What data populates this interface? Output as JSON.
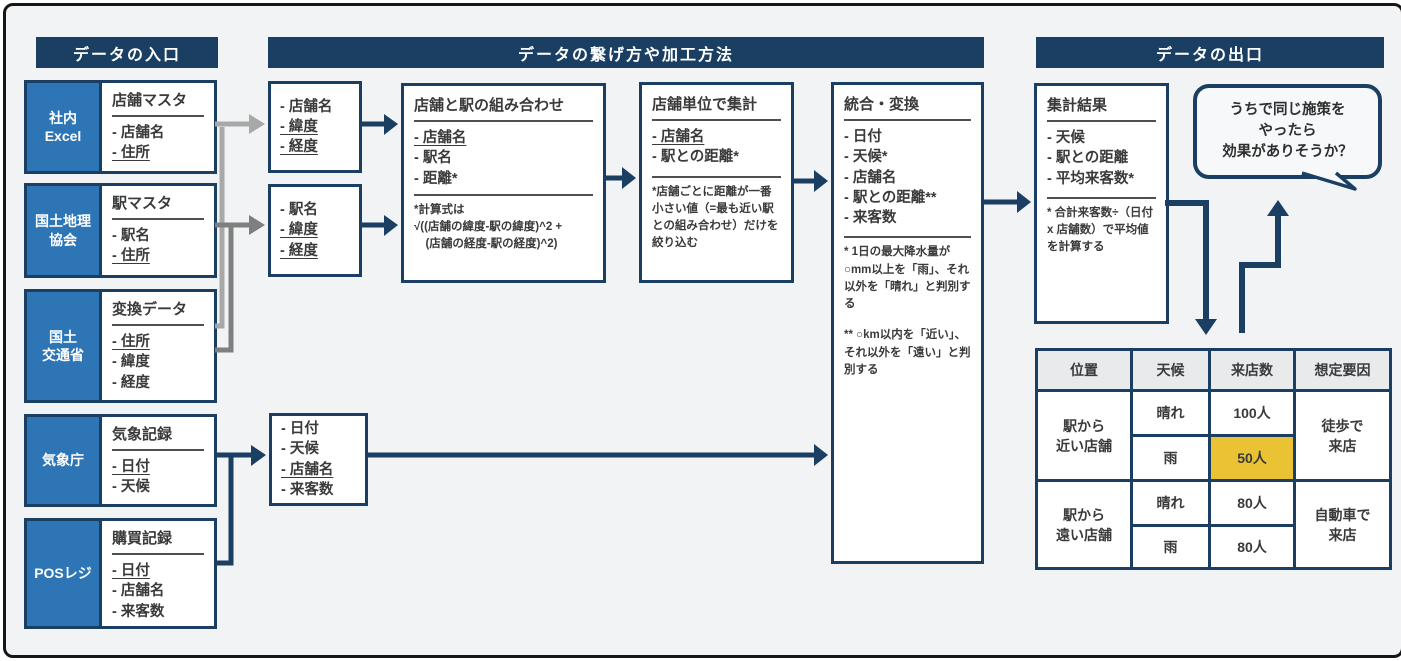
{
  "palette": {
    "navy": "#1b3f62",
    "source_blue": "#2e75b6",
    "arrow_light_gray": "#a8a8a8",
    "arrow_dark_gray": "#7f7f7f",
    "highlight_yellow": "#e9c334",
    "table_header_bg": "#e9eaeb",
    "background": "#f2f3f5"
  },
  "headers": {
    "input": "データの入口",
    "process": "データの繋げ方や加工方法",
    "output": "データの出口"
  },
  "sources": [
    {
      "label": "社内\nExcel",
      "title": "店舗マスタ",
      "items": [
        "- 店舗名",
        "- 住所"
      ]
    },
    {
      "label": "国土地理\n協会",
      "title": "駅マスタ",
      "items": [
        "- 駅名",
        "- 住所"
      ]
    },
    {
      "label": "国土\n交通省",
      "title": "変換データ",
      "items": [
        "- 住所",
        "- 緯度",
        "- 経度"
      ]
    },
    {
      "label": "気象庁",
      "title": "気象記録",
      "items": [
        "- 日付",
        "- 天候"
      ]
    },
    {
      "label": "POSレジ",
      "title": "購買記録",
      "items": [
        "- 日付",
        "- 店舗名",
        "- 来客数"
      ]
    }
  ],
  "mid": {
    "store_fields": {
      "items": [
        "- 店舗名",
        "- 緯度",
        "- 経度"
      ]
    },
    "station_fields": {
      "items": [
        "- 駅名",
        "- 緯度",
        "- 経度"
      ]
    },
    "combination": {
      "title": "店舗と駅の組み合わせ",
      "items": [
        "- 店舗名",
        "- 駅名",
        "- 距離*"
      ],
      "note": "*計算式は\n√((店舗の緯度-駅の緯度)^2 +\n　(店舗の経度-駅の経度)^2)"
    },
    "aggregate": {
      "title": "店舗単位で集計",
      "items": [
        "- 店舗名",
        "- 駅との距離*"
      ],
      "note": "*店舗ごとに距離が一番小さい値（=最も近い駅との組み合わせ）だけを絞り込む"
    },
    "transform": {
      "title": "統合・変換",
      "items": [
        "- 日付",
        "- 天候*",
        "- 店舗名",
        "- 駅との距離**",
        "- 来客数"
      ],
      "note1": "* 1日の最大降水量が○mm以上を「雨」、それ以外を「晴れ」と判別する",
      "note2": "** ○km以内を「近い」、それ以外を「遠い」と判別する"
    },
    "weather_fields": {
      "items": [
        "- 日付",
        "- 天候",
        "- 店舗名",
        "- 来客数"
      ]
    }
  },
  "out": {
    "summary": {
      "title": "集計結果",
      "items": [
        "- 天候",
        "- 駅との距離",
        "- 平均来客数*"
      ],
      "note": "* 合計来客数÷（日付 x 店舗数）で平均値を計算する"
    },
    "bubble_text": "うちで同じ施策を\nやったら\n効果がありそうか？",
    "table": {
      "headers": [
        "位置",
        "天候",
        "来店数",
        "想定要因"
      ],
      "groups": [
        {
          "location": "駅から\n近い店舗",
          "factor": "徒歩で\n来店",
          "rows": [
            {
              "weather": "晴れ",
              "count": "100人"
            },
            {
              "weather": "雨",
              "count": "50人"
            }
          ]
        },
        {
          "location": "駅から\n遠い店舗",
          "factor": "自動車で\n来店",
          "rows": [
            {
              "weather": "晴れ",
              "count": "80人"
            },
            {
              "weather": "雨",
              "count": "80人"
            }
          ]
        }
      ]
    }
  }
}
